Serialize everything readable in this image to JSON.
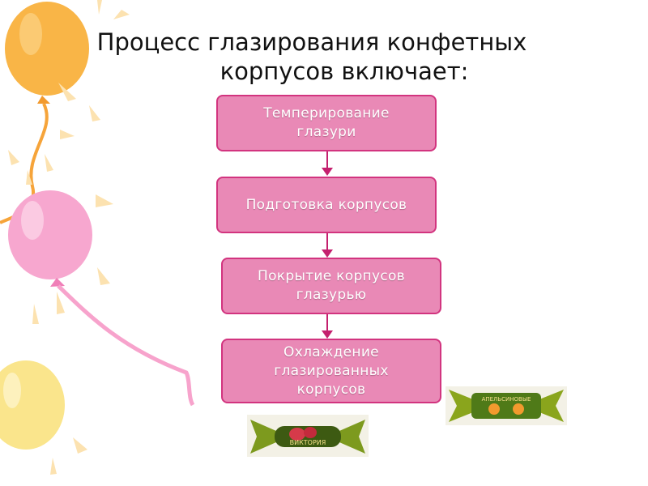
{
  "slide": {
    "title_line1": "Процесс глазирования конфетных",
    "title_line2": "корпусов включает:"
  },
  "steps": [
    {
      "line1": "Темперирование",
      "line2": "глазури"
    },
    {
      "line1": "Подготовка корпусов"
    },
    {
      "line1": "Покрытие корпусов",
      "line2": "глазурью"
    },
    {
      "line1": "Охлаждение",
      "line2": "глазированных",
      "line3": "корпусов"
    }
  ],
  "candies": [
    {
      "wrapper_text": "ВИКТОРИЯ"
    },
    {
      "wrapper_text": "АПЕЛЬСИНОВЫЕ"
    }
  ],
  "colors": {
    "box_fill": "#e989b6",
    "box_border": "#d2347f",
    "arrow": "#c4206e",
    "balloon_orange": "#f9b547",
    "balloon_pink": "#f7a7cf",
    "balloon_yellow": "#fae58c"
  }
}
